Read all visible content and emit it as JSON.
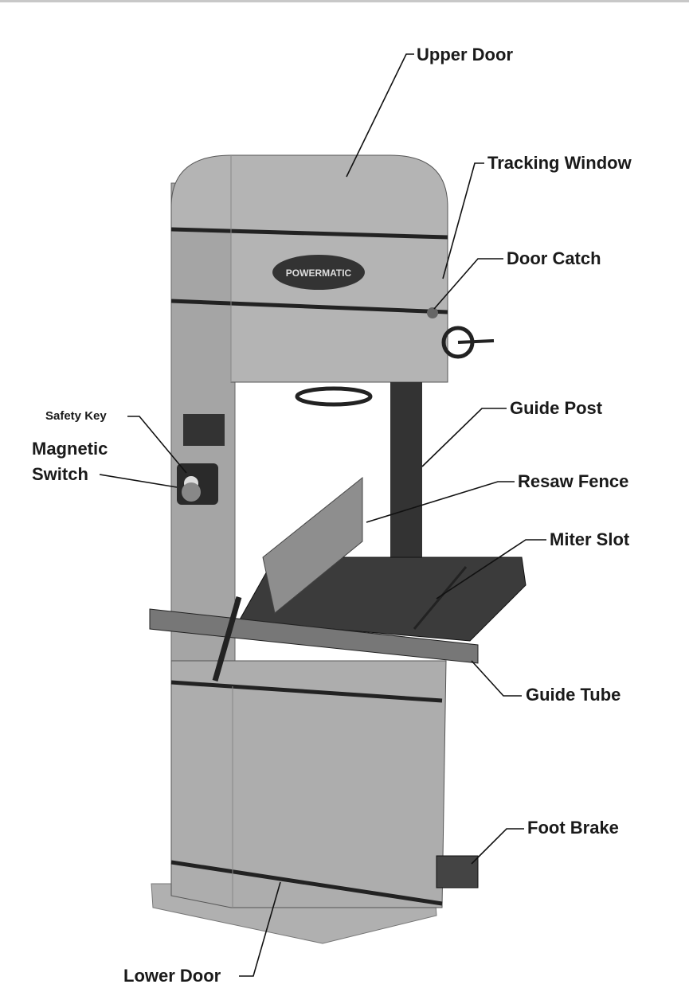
{
  "labels": {
    "upper_door": "Upper Door",
    "tracking_window": "Tracking Window",
    "door_catch": "Door Catch",
    "guide_post": "Guide Post",
    "resaw_fence": "Resaw Fence",
    "miter_slot": "Miter Slot",
    "guide_tube": "Guide Tube",
    "foot_brake": "Foot Brake",
    "lower_door": "Lower Door",
    "safety_key": "Safety Key",
    "magnetic_switch_1": "Magnetic",
    "magnetic_switch_2": "Switch"
  },
  "logo_text": "POWERMATIC",
  "colors": {
    "body": "#a9a9a9",
    "dark": "#2a2a2a",
    "table": "#3a3a3a"
  }
}
